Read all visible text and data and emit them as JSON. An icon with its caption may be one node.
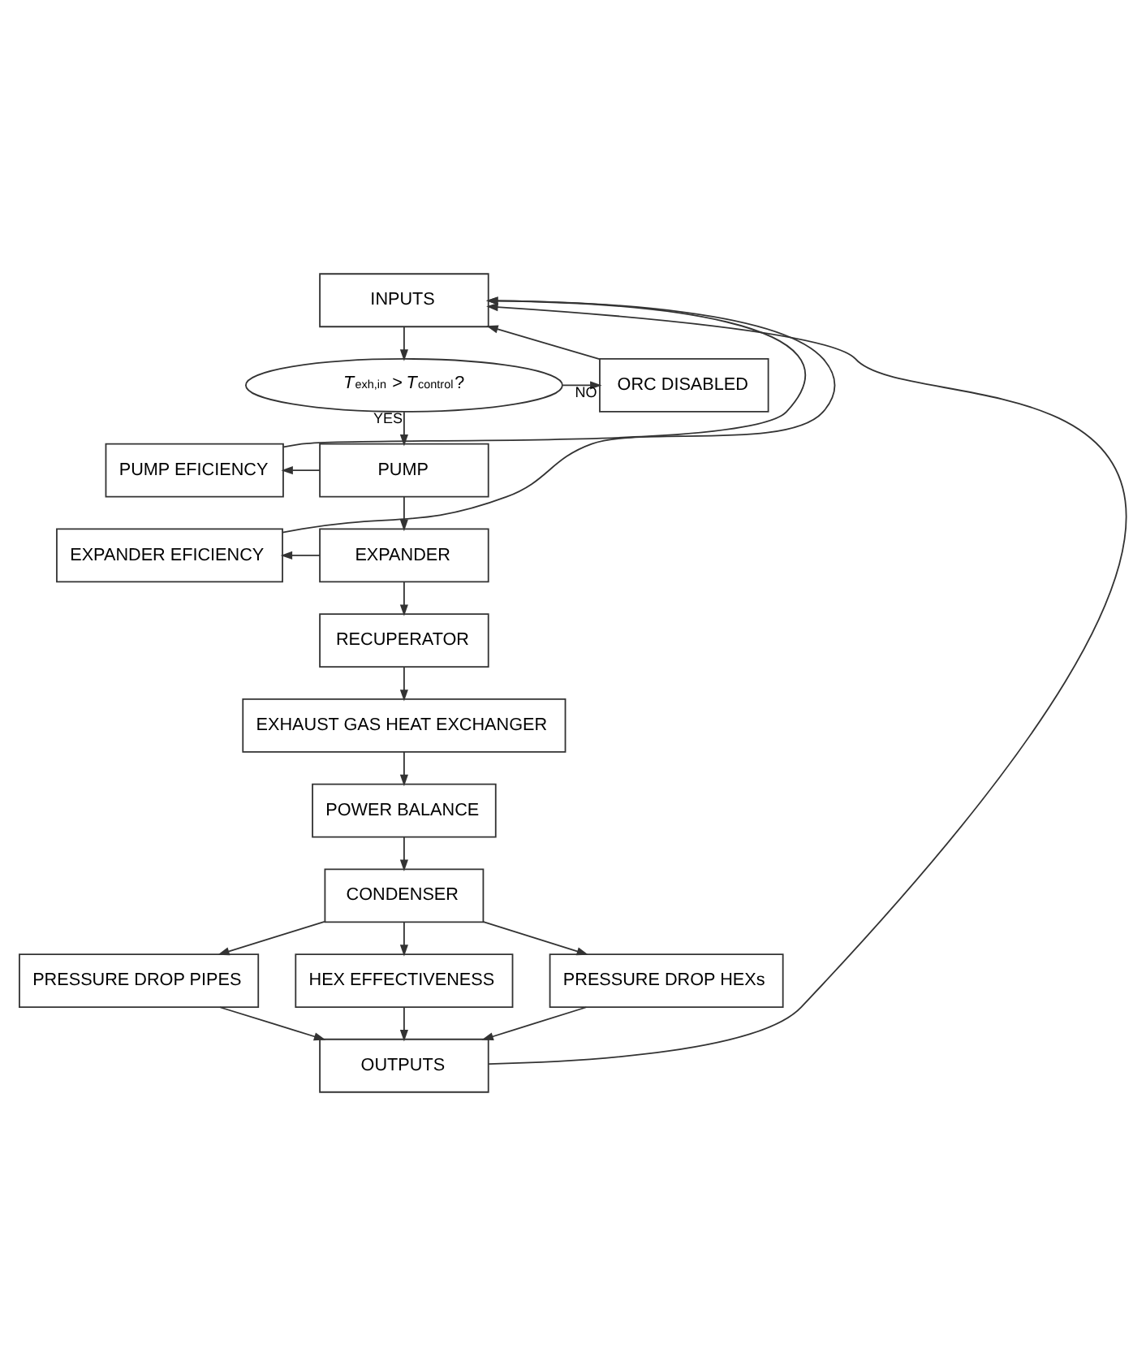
{
  "diagram": {
    "nodes": [
      {
        "text": [
          "INPUTS"
        ]
      },
      {
        "text": [
          "*T*$_{exh,in}$ > *T*$_{control}$?"
        ]
      },
      {
        "text": [
          "ORC DISABLED"
        ]
      },
      {
        "text": [
          "PUMP"
        ]
      },
      {
        "text": [
          "PUMP EFICIENCY"
        ]
      },
      {
        "text": [
          "EXPANDER"
        ]
      },
      {
        "text": [
          "EXPANDER EFICIENCY"
        ]
      },
      {
        "text": [
          "RECUPERATOR"
        ]
      },
      {
        "text": [
          "EXHAUST GAS HEAT EXCHANGER"
        ]
      },
      {
        "text": [
          "POWER BALANCE"
        ]
      },
      {
        "text": [
          "CONDENSER"
        ]
      },
      {
        "text": [
          "PRESSURE DROP PIPES"
        ]
      },
      {
        "text": [
          "HEX EFFECTIVENESS"
        ]
      },
      {
        "text": [
          "PRESSURE DROP HEXs"
        ]
      },
      {
        "text": [
          "OUTPUTS"
        ]
      }
    ],
    "edges": [
      {
        "from": 0,
        "to": 1,
        "arrow": "to"
      },
      {
        "from": 1,
        "to": 2,
        "arrow": "to",
        "label": "NO"
      },
      {
        "from": 2,
        "to": 0,
        "arrow": "to"
      },
      {
        "from": 1,
        "to": 3,
        "arrow": "to",
        "label": "YES"
      },
      {
        "from": 3,
        "to": 4,
        "arrow": "to"
      },
      {
        "from": 4,
        "to": 0,
        "arrow": "to"
      },
      {
        "from": 3,
        "to": 5,
        "arrow": "to"
      },
      {
        "from": 5,
        "to": 6,
        "arrow": "to"
      },
      {
        "from": 6,
        "to": 0,
        "arrow": "to"
      },
      {
        "from": 5,
        "to": 7,
        "arrow": "to"
      },
      {
        "from": 7,
        "to": 8,
        "arrow": "to"
      },
      {
        "from": 8,
        "to": 9,
        "arrow": "to"
      },
      {
        "from": 9,
        "to": 10,
        "arrow": "to"
      },
      {
        "from": 10,
        "to": 11,
        "arrow": "to"
      },
      {
        "from": 10,
        "to": 12,
        "arrow": "to"
      },
      {
        "from": 10,
        "to": 13,
        "arrow": "to"
      },
      {
        "from": 11,
        "to": 14,
        "arrow": "to"
      },
      {
        "from": 12,
        "to": 14,
        "arrow": "to"
      },
      {
        "from": 13,
        "to": 14,
        "arrow": "to"
      },
      {
        "from": 14,
        "to": 0,
        "arrow": "to"
      }
    ]
  }
}
